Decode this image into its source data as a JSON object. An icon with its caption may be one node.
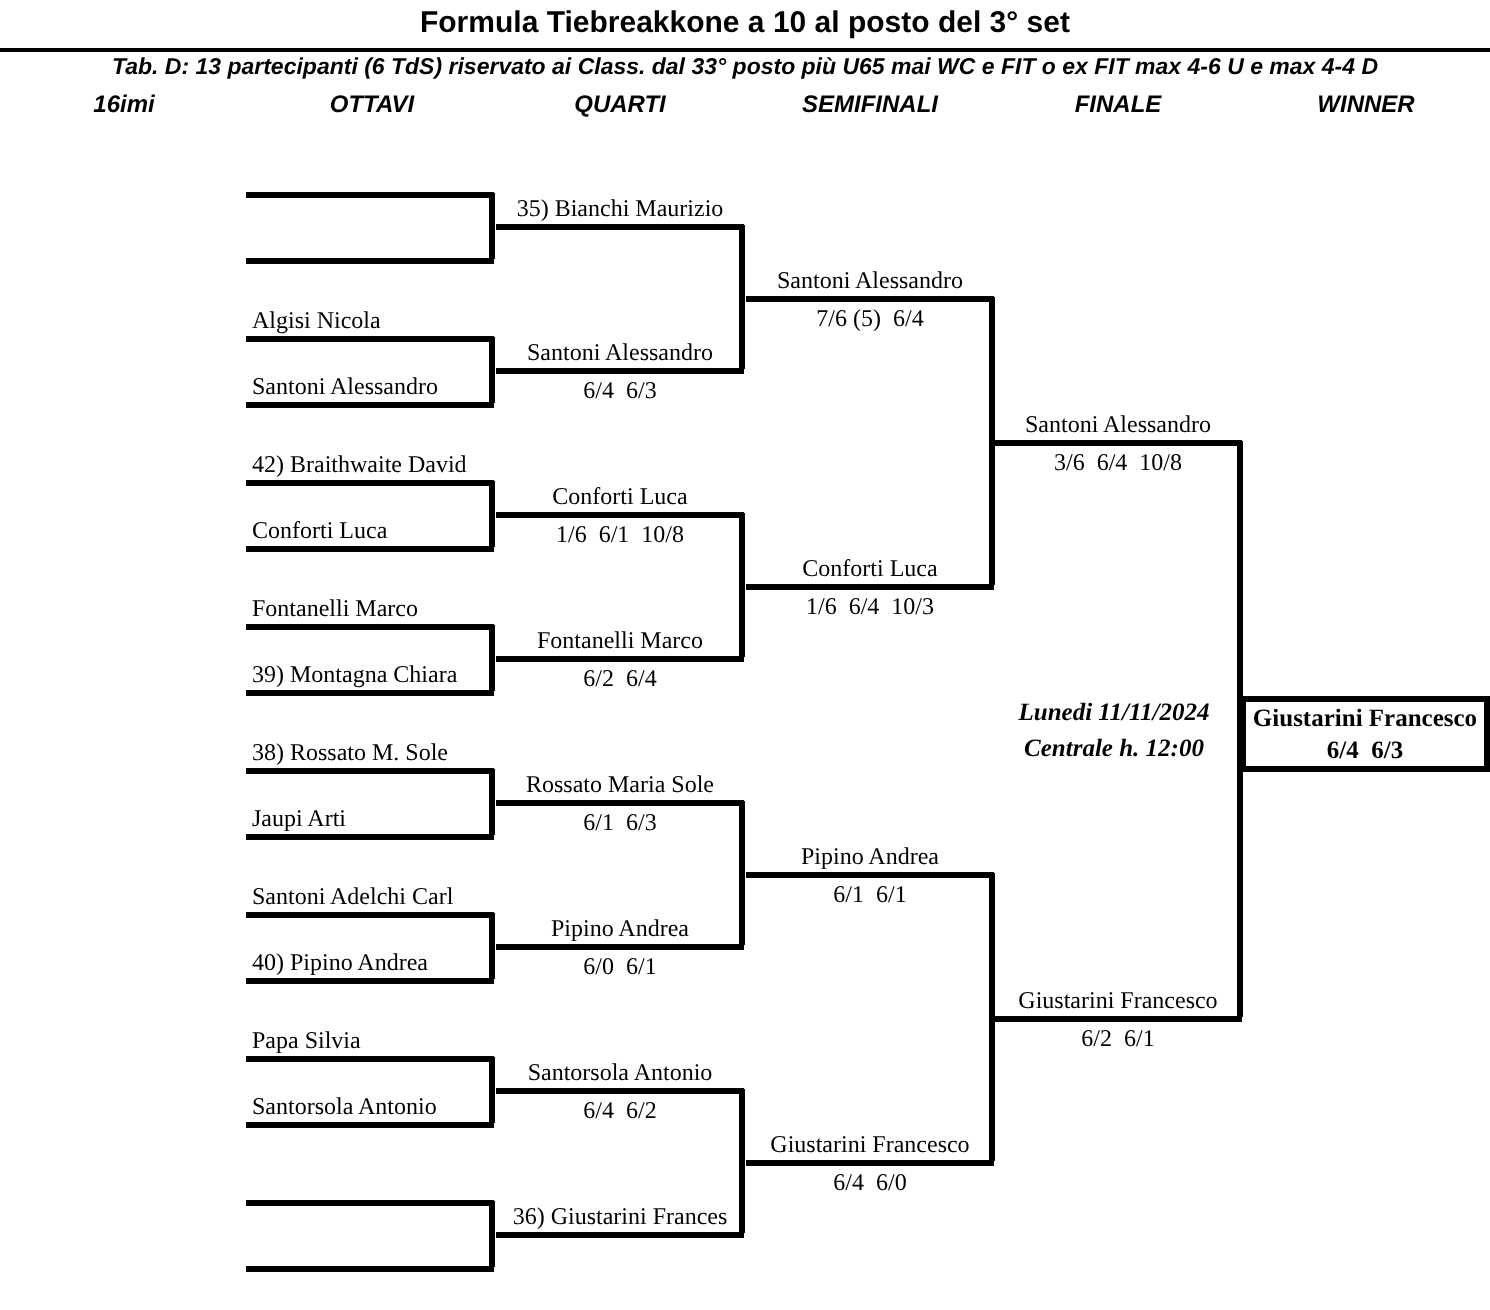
{
  "diagram": {
    "title": "Formula Tiebreakkone a 10 al posto del 3° set",
    "nodes": [
      {
        "text": [],
        "shape": "line"
      },
      {
        "text": [],
        "shape": "line"
      },
      {
        "text": [
          "Algisi Nicola"
        ]
      },
      {
        "text": [
          "Santoni Alessandro"
        ]
      },
      {
        "text": [
          "42) Braithwaite David"
        ]
      },
      {
        "text": [
          "Conforti Luca"
        ]
      },
      {
        "text": [
          "Fontanelli Marco"
        ]
      },
      {
        "text": [
          "39) Montagna Chiara"
        ]
      },
      {
        "text": [
          "38) Rossato M. Sole"
        ]
      },
      {
        "text": [
          "Jaupi Arti"
        ]
      },
      {
        "text": [
          "Santoni Adelchi Carl"
        ]
      },
      {
        "text": [
          "40) Pipino Andrea"
        ]
      },
      {
        "text": [
          "Papa Silvia"
        ]
      },
      {
        "text": [
          "Santorsola Antonio"
        ]
      },
      {
        "text": [],
        "shape": "line"
      },
      {
        "text": [],
        "shape": "line"
      },
      {
        "text": [
          "35) Bianchi Maurizio"
        ]
      },
      {
        "text": [
          "Santoni Alessandro",
          "6/4  6/3"
        ]
      },
      {
        "text": [
          "Conforti Luca",
          "1/6  6/1  10/8"
        ]
      },
      {
        "text": [
          "Fontanelli Marco",
          "6/2  6/4"
        ]
      },
      {
        "text": [
          "Rossato Maria Sole",
          "6/1  6/3"
        ]
      },
      {
        "text": [
          "Pipino Andrea",
          "6/0  6/1"
        ]
      },
      {
        "text": [
          "Santorsola Antonio",
          "6/4  6/2"
        ]
      },
      {
        "text": [
          "36) Giustarini Frances"
        ]
      },
      {
        "text": [
          "Santoni Alessandro",
          "7/6 (5)  6/4"
        ]
      },
      {
        "text": [
          "Conforti Luca",
          "1/6  6/4  10/3"
        ]
      },
      {
        "text": [
          "Pipino Andrea",
          "6/1  6/1"
        ]
      },
      {
        "text": [
          "Giustarini Francesco",
          "6/4  6/0"
        ]
      },
      {
        "text": [
          "Santoni Alessandro",
          "3/6  6/4  10/8"
        ]
      },
      {
        "text": [
          "Giustarini Francesco",
          "6/2  6/1"
        ]
      },
      {
        "text": [
          "Giustarini Francesco",
          "6/4  6/3"
        ]
      }
    ],
    "edges": [
      {
        "from": 0,
        "to": 16,
        "arrow": "none"
      },
      {
        "from": 1,
        "to": 16,
        "arrow": "none"
      },
      {
        "from": 2,
        "to": 17,
        "arrow": "none"
      },
      {
        "from": 3,
        "to": 17,
        "arrow": "none"
      },
      {
        "from": 4,
        "to": 18,
        "arrow": "none"
      },
      {
        "from": 5,
        "to": 18,
        "arrow": "none"
      },
      {
        "from": 6,
        "to": 19,
        "arrow": "none"
      },
      {
        "from": 7,
        "to": 19,
        "arrow": "none"
      },
      {
        "from": 8,
        "to": 20,
        "arrow": "none"
      },
      {
        "from": 9,
        "to": 20,
        "arrow": "none"
      },
      {
        "from": 10,
        "to": 21,
        "arrow": "none"
      },
      {
        "from": 11,
        "to": 21,
        "arrow": "none"
      },
      {
        "from": 12,
        "to": 22,
        "arrow": "none"
      },
      {
        "from": 13,
        "to": 22,
        "arrow": "none"
      },
      {
        "from": 14,
        "to": 23,
        "arrow": "none"
      },
      {
        "from": 15,
        "to": 23,
        "arrow": "none"
      },
      {
        "from": 16,
        "to": 24,
        "arrow": "none"
      },
      {
        "from": 17,
        "to": 24,
        "arrow": "none"
      },
      {
        "from": 18,
        "to": 25,
        "arrow": "none"
      },
      {
        "from": 19,
        "to": 25,
        "arrow": "none"
      },
      {
        "from": 20,
        "to": 26,
        "arrow": "none"
      },
      {
        "from": 21,
        "to": 26,
        "arrow": "none"
      },
      {
        "from": 22,
        "to": 27,
        "arrow": "none"
      },
      {
        "from": 23,
        "to": 27,
        "arrow": "none"
      },
      {
        "from": 24,
        "to": 28,
        "arrow": "none"
      },
      {
        "from": 25,
        "to": 28,
        "arrow": "none"
      },
      {
        "from": 26,
        "to": 29,
        "arrow": "none"
      },
      {
        "from": 27,
        "to": 29,
        "arrow": "none"
      },
      {
        "from": 28,
        "to": 30,
        "arrow": "none"
      },
      {
        "from": 29,
        "to": 30,
        "arrow": "none"
      }
    ],
    "labels": [
      "Tab. D: 13 partecipanti (6 TdS) riservato ai Class. dal 33° posto più U65 mai WC e FIT o ex FIT max 4-6 U e max 4-4 D",
      "16imi",
      "OTTAVI",
      "QUARTI",
      "SEMIFINALI",
      "FINALE",
      "WINNER",
      "Lunedi 11/11/2024",
      "Centrale h. 12:00"
    ]
  }
}
